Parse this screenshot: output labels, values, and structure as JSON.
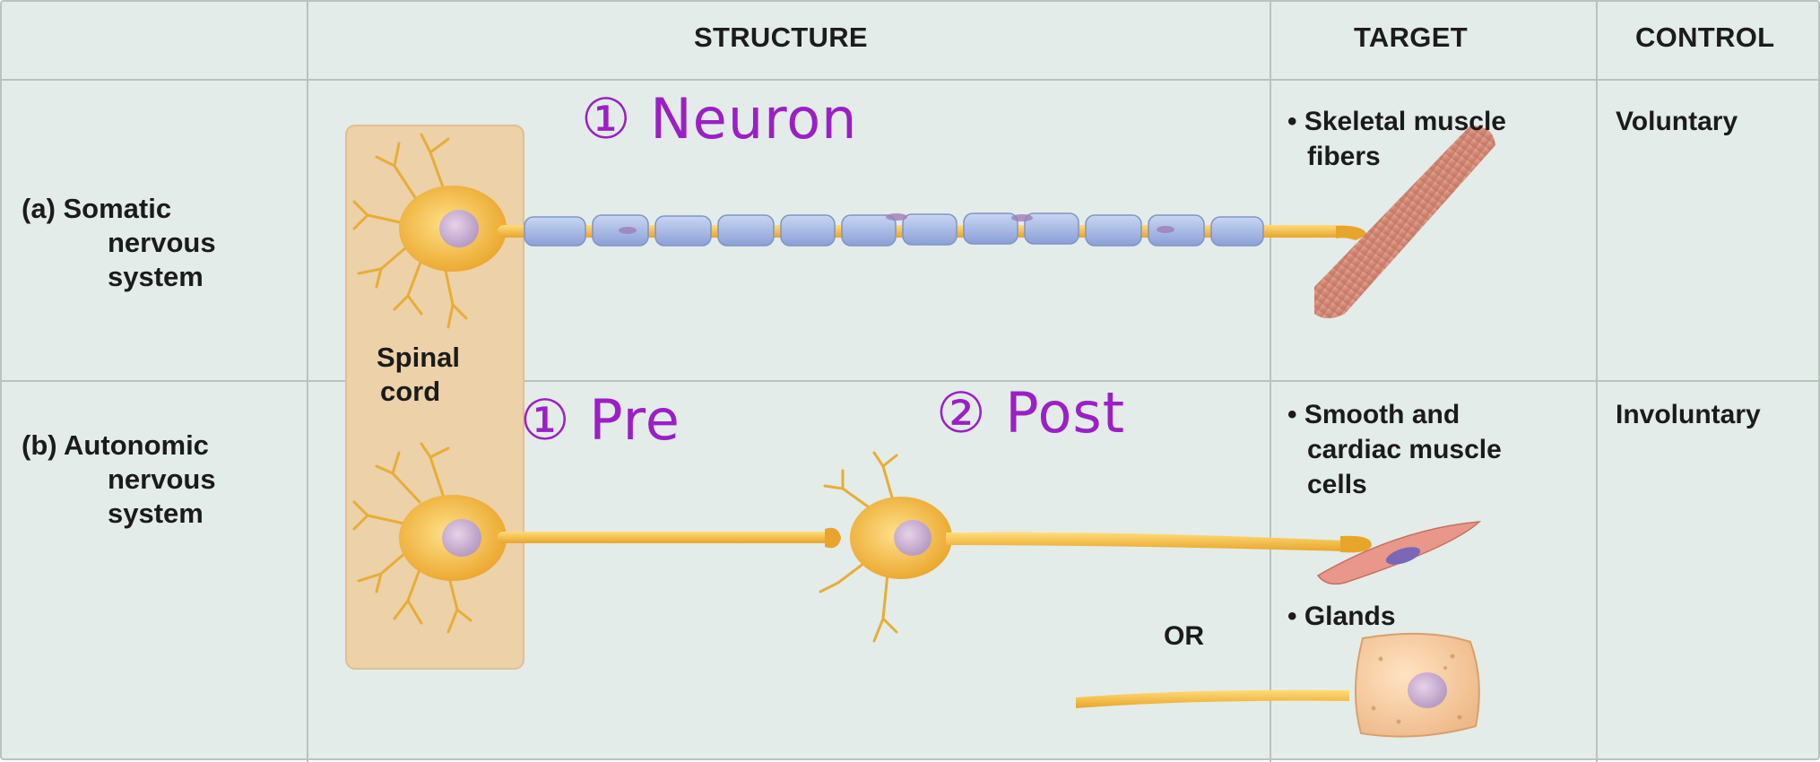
{
  "headers": {
    "structure": "STRUCTURE",
    "target": "TARGET",
    "control": "CONTROL"
  },
  "rows": [
    {
      "label_lines": [
        "(a) Somatic",
        "nervous",
        "system"
      ],
      "target_lines": [
        "• Skeletal muscle",
        "fibers"
      ],
      "control": "Voluntary"
    },
    {
      "label_lines": [
        "(b) Autonomic",
        "nervous",
        "system"
      ],
      "target_lines": [
        "• Smooth and",
        "cardiac muscle",
        "cells"
      ],
      "target2": "• Glands",
      "control": "Involuntary"
    }
  ],
  "spinal_cord": [
    "Spinal",
    "cord"
  ],
  "or_label": "OR",
  "annotations": {
    "neuron": "① Neuron",
    "pre": "① Pre",
    "post": "② Post"
  },
  "colors": {
    "background": "#e3ece8",
    "annotation": "#9b1fc7",
    "neuron": "#f2b93b",
    "myelin": "#9fb3e0",
    "spinal_cord": "#ecd1a9",
    "muscle": "#cf7d6a"
  }
}
